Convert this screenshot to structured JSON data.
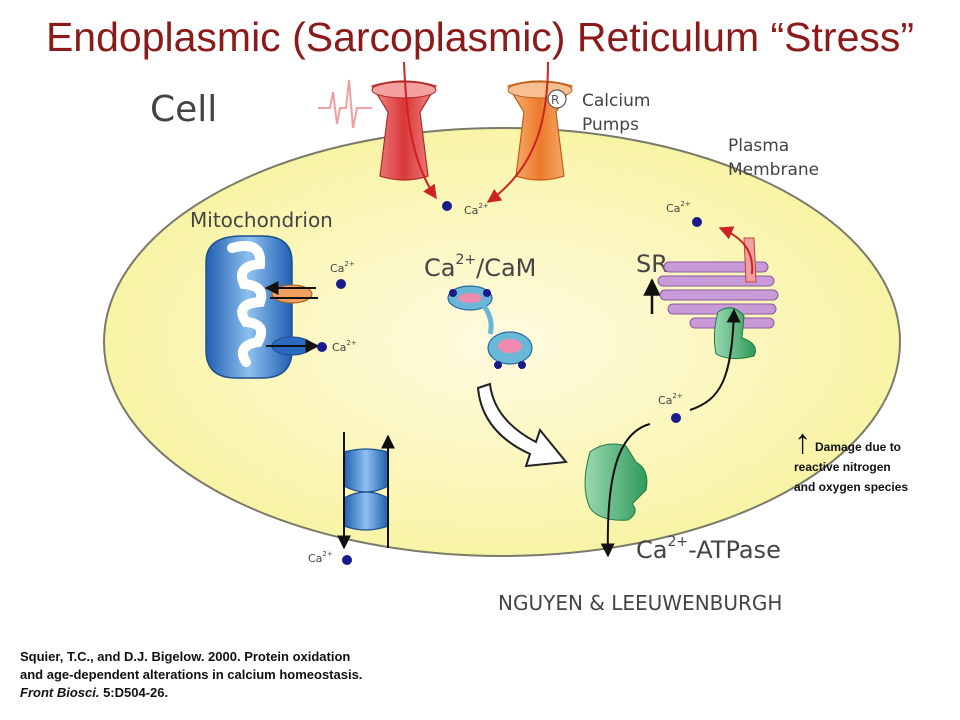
{
  "title": "Endoplasmic (Sarcoplasmic) Reticulum “Stress”",
  "labels": {
    "cell": "Cell",
    "calcium_pumps_line1": "Calcium",
    "calcium_pumps_line2": "Pumps",
    "receptor_symbol": "R",
    "plasma_membrane_line1": "Plasma",
    "plasma_membrane_line2": "Membrane",
    "mitochondrion": "Mitochondrion",
    "ca_cam": "Ca",
    "ca_cam_sup": "2+",
    "ca_cam_suffix": "/CaM",
    "sr": "SR",
    "atpase": "Ca",
    "atpase_sup": "2+",
    "atpase_suffix": "-ATPase",
    "authors": "NGUYEN & LEEUWENBURGH",
    "ion": "Ca",
    "ion_charge": "2+"
  },
  "damage_note": {
    "arrow": "↑",
    "line1": "Damage due to",
    "line2": "reactive nitrogen",
    "line3": "and oxygen species"
  },
  "citation": {
    "line1": "Squier, T.C., and D.J. Bigelow. 2000. Protein oxidation",
    "line2": "and age-dependent alterations in calcium homeostasis.",
    "journal": "Front Biosci.",
    "ref": " 5:D504-26."
  },
  "colors": {
    "title": "#8b1a1a",
    "cell_fill": "#fbf6a6",
    "channel_red": "#e04a4a",
    "channel_orange": "#f08a3a",
    "mito_blue": "#4a8ed6",
    "sr_purple": "#c89ad8",
    "atpase_green": "#3aa86a",
    "ion_dot": "#1a1a8a"
  }
}
